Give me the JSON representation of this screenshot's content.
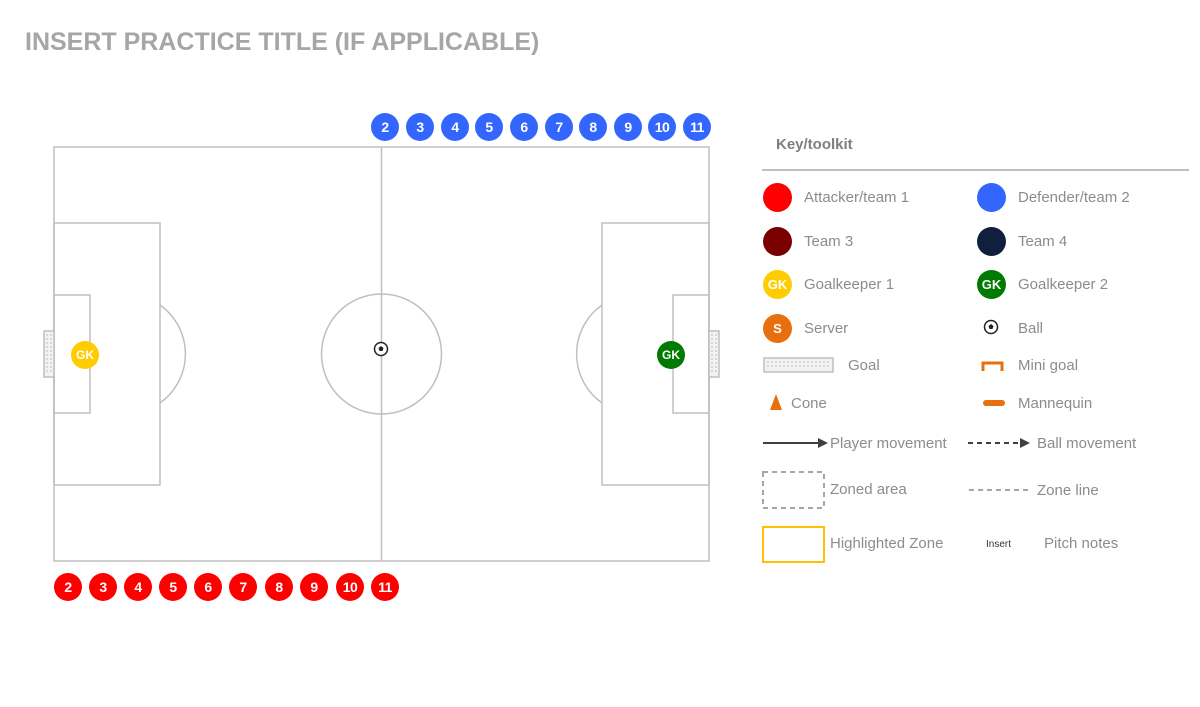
{
  "title": "INSERT PRACTICE TITLE (IF APPLICABLE)",
  "pitch": {
    "gk_left": "GK",
    "gk_right": "GK"
  },
  "team_blue_numbers": [
    "2",
    "3",
    "4",
    "5",
    "6",
    "7",
    "8",
    "9",
    "10",
    "11"
  ],
  "team_red_numbers": [
    "2",
    "3",
    "4",
    "5",
    "6",
    "7",
    "8",
    "9",
    "10",
    "11"
  ],
  "colors": {
    "attacker": "#ff0000",
    "defender": "#3366ff",
    "team3": "#7a0000",
    "team4": "#0f1f3d",
    "gk1": "#ffcc00",
    "gk2": "#007a00",
    "server": "#e86f0e",
    "cone": "#e86f0e",
    "highlight": "#ffc000",
    "line": "#bfbfbf"
  },
  "key": {
    "title": "Key/toolkit",
    "attacker": "Attacker/team 1",
    "defender": "Defender/team 2",
    "team3": "Team 3",
    "team4": "Team 4",
    "gk1_label": "Goalkeeper 1",
    "gk1_badge": "GK",
    "gk2_label": "Goalkeeper 2",
    "gk2_badge": "GK",
    "server_label": "Server",
    "server_badge": "S",
    "ball": "Ball",
    "goal": "Goal",
    "mini_goal": "Mini goal",
    "cone": "Cone",
    "mannequin": "Mannequin",
    "player_movement": "Player movement",
    "ball_movement": "Ball movement",
    "zoned_area": "Zoned area",
    "zone_line": "Zone line",
    "highlighted_zone": "Highlighted Zone",
    "insert": "Insert",
    "pitch_notes": "Pitch notes"
  }
}
